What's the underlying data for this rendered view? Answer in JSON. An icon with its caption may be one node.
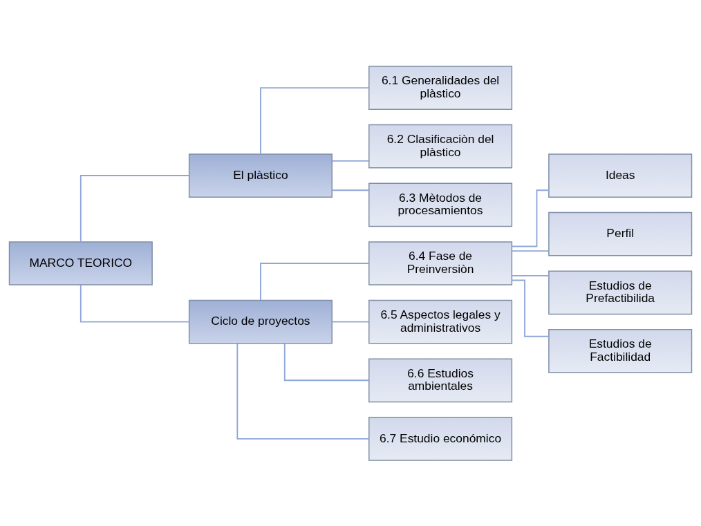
{
  "diagram": {
    "nodes": [
      {
        "text": [
          "MARCO TEORICO"
        ]
      },
      {
        "text": [
          "El plàstico"
        ]
      },
      {
        "text": [
          "6.1 Generalidades del plàstico"
        ]
      },
      {
        "text": [
          "6.2 Clasificaciòn del plàstico"
        ]
      },
      {
        "text": [
          "6.3 Mètodos de procesamientos"
        ]
      },
      {
        "text": [
          "Ciclo de proyectos"
        ]
      },
      {
        "text": [
          "6.4 Fase de Preinversiòn"
        ]
      },
      {
        "text": [
          "6.5 Aspectos legales y administrativos"
        ]
      },
      {
        "text": [
          "6.6 Estudios ambientales"
        ]
      },
      {
        "text": [
          "6.7 Estudio económico"
        ]
      },
      {
        "text": [
          "Ideas"
        ]
      },
      {
        "text": [
          "Perfil"
        ]
      },
      {
        "text": [
          "Estudios de Prefactibilida"
        ]
      },
      {
        "text": [
          "Estudios de Factibilidad"
        ]
      }
    ],
    "edges": [
      {
        "from": 0,
        "to": 1,
        "arrow": "none"
      },
      {
        "from": 0,
        "to": 5,
        "arrow": "none"
      },
      {
        "from": 1,
        "to": 2,
        "arrow": "none"
      },
      {
        "from": 1,
        "to": 3,
        "arrow": "none"
      },
      {
        "from": 1,
        "to": 4,
        "arrow": "none"
      },
      {
        "from": 5,
        "to": 6,
        "arrow": "none"
      },
      {
        "from": 5,
        "to": 7,
        "arrow": "none"
      },
      {
        "from": 5,
        "to": 8,
        "arrow": "none"
      },
      {
        "from": 5,
        "to": 9,
        "arrow": "none"
      },
      {
        "from": 6,
        "to": 10,
        "arrow": "none"
      },
      {
        "from": 6,
        "to": 11,
        "arrow": "none"
      },
      {
        "from": 6,
        "to": 12,
        "arrow": "none"
      },
      {
        "from": 6,
        "to": 13,
        "arrow": "none"
      }
    ]
  }
}
